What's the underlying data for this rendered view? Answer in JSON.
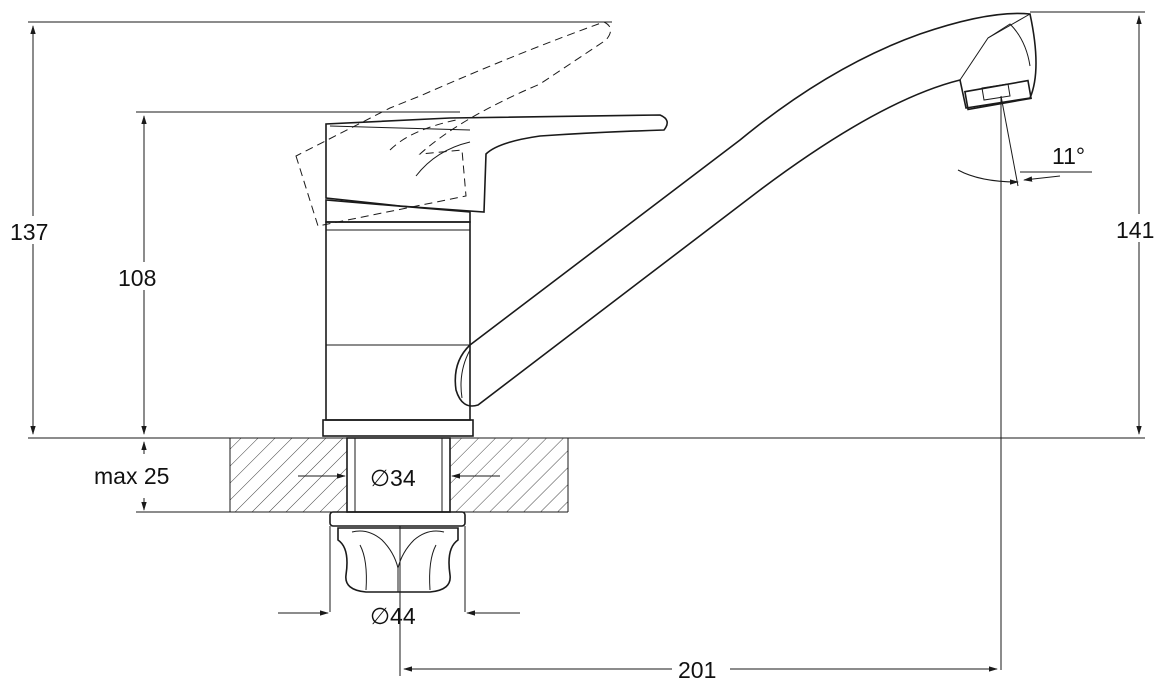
{
  "dimensions": {
    "height_handle": "137",
    "height_body": "108",
    "height_spout": "141",
    "max_thickness": "max 25",
    "hole_diameter": "∅34",
    "nut_diameter": "∅44",
    "reach": "201",
    "spout_angle": "11°"
  },
  "colors": {
    "line": "#1a1a1a",
    "background": "#ffffff"
  }
}
